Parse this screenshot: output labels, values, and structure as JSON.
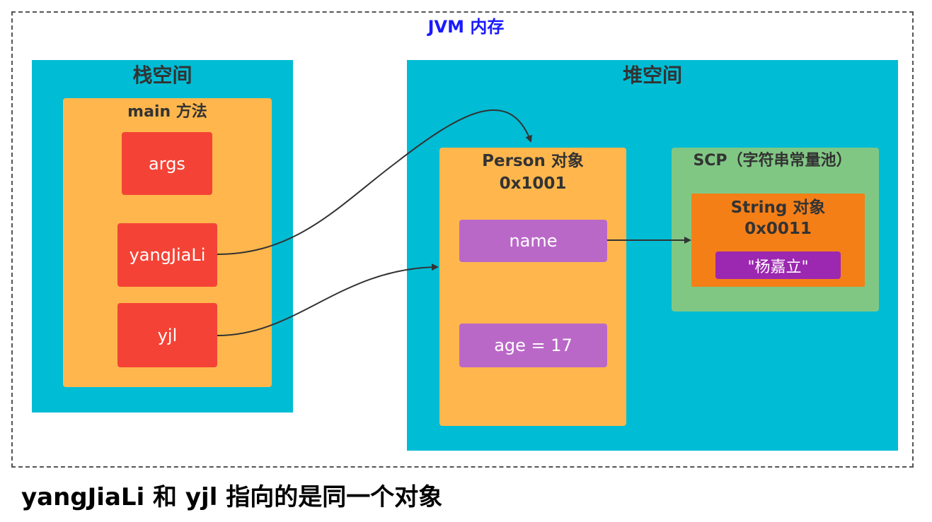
{
  "jvm": {
    "title": "JVM 内存"
  },
  "stack": {
    "title": "栈空间",
    "method": {
      "title": "main 方法",
      "variables": [
        "args",
        "yangJiaLi",
        "yjl"
      ]
    }
  },
  "heap": {
    "title": "堆空间",
    "person": {
      "title": "Person 对象",
      "address": "0x1001",
      "fields": [
        "name",
        "age = 17"
      ]
    },
    "scp": {
      "title": "SCP（字符串常量池）",
      "string_object": {
        "title": "String 对象",
        "address": "0x0011",
        "value": "\"杨嘉立\""
      }
    }
  },
  "caption": "yangJiaLi 和 yjl 指向的是同一个对象",
  "colors": {
    "jvm_title": "#1a1aff",
    "region": "#00bcd4",
    "frame_box": "#ffb74d",
    "variable": "#f44336",
    "field": "#ba68c8",
    "scp": "#81c784",
    "string_object": "#f57f17",
    "string_value": "#9c27b0",
    "arrow": "#333333"
  }
}
